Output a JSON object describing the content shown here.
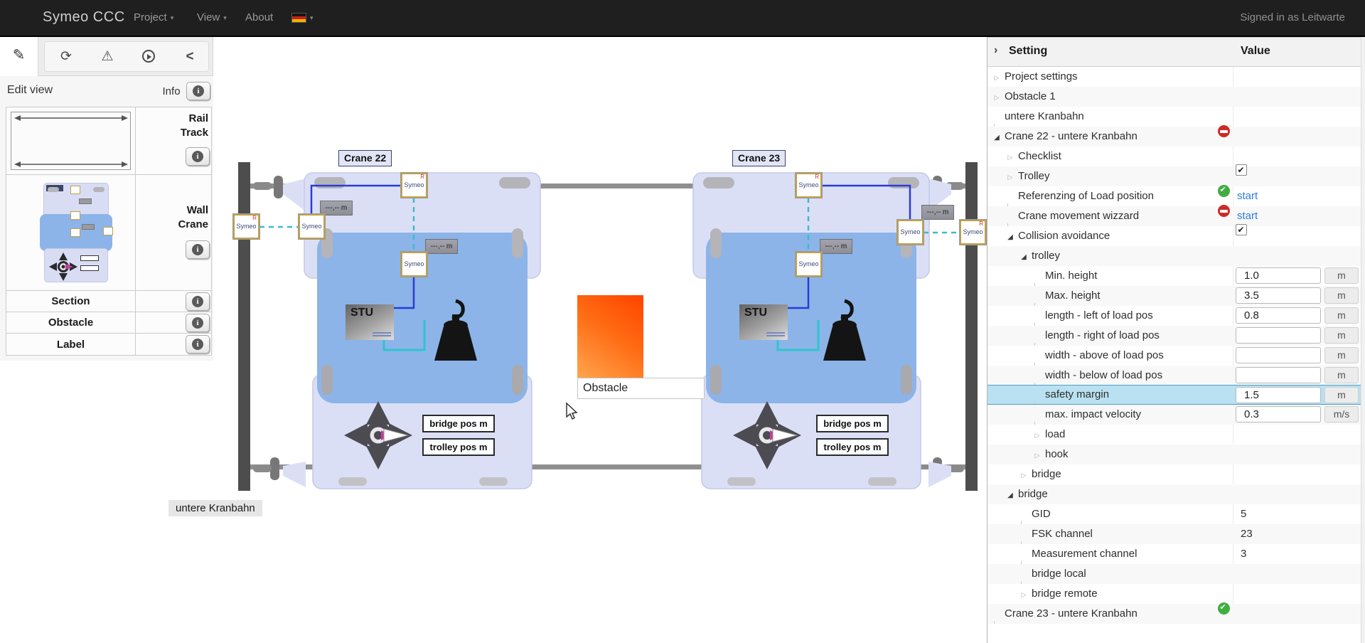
{
  "navbar": {
    "brand": "Symeo CCC",
    "items": [
      {
        "label": "Project",
        "caret": true
      },
      {
        "label": "View",
        "caret": true
      },
      {
        "label": "About",
        "caret": false
      }
    ],
    "language": {
      "flag": "german-flag",
      "caret": true
    },
    "signed_in": "Signed in as Leitwarte"
  },
  "toolbar": {
    "buttons": [
      {
        "name": "edit",
        "icon": "pencil-icon"
      },
      {
        "name": "refresh",
        "icon": "refresh-icon"
      },
      {
        "name": "warnings",
        "icon": "warning-triangle-icon"
      },
      {
        "name": "run",
        "icon": "clock-play-icon"
      },
      {
        "name": "collapse-panel",
        "icon": "chevron-left-icon"
      }
    ]
  },
  "left_panel": {
    "title": "Edit view",
    "info_label": "Info",
    "palette": [
      {
        "label": "Rail Track",
        "thumbnail": "rail-track"
      },
      {
        "label": "Wall Crane",
        "thumbnail": "wall-crane"
      },
      {
        "label": "Section"
      },
      {
        "label": "Obstacle"
      },
      {
        "label": "Label"
      }
    ]
  },
  "canvas": {
    "cranes": [
      {
        "label": "Crane 22"
      },
      {
        "label": "Crane 23"
      }
    ],
    "labels": {
      "sensor": "Symeo",
      "sensor_flag": "R",
      "measure": "---,-- m",
      "stu": "STU",
      "bridge_pos": "bridge pos m",
      "trolley_pos": "trolley pos m"
    },
    "obstacle_label": "Obstacle",
    "track_label": "untere Kranbahn"
  },
  "settings": {
    "header": {
      "setting": "Setting",
      "value": "Value"
    },
    "rows": [
      {
        "label": "Project settings",
        "level": 0,
        "expander": "collapsed",
        "value": {
          "type": "none"
        }
      },
      {
        "label": "Obstacle 1",
        "level": 0,
        "expander": "collapsed",
        "value": {
          "type": "none"
        }
      },
      {
        "label": "untere Kranbahn",
        "level": 0,
        "expander": "branch",
        "value": {
          "type": "none"
        }
      },
      {
        "label": "Crane 22 - untere Kranbahn",
        "level": 0,
        "expander": "expanded",
        "value": {
          "type": "icon",
          "icon": "red"
        }
      },
      {
        "label": "Checklist",
        "level": 1,
        "expander": "collapsed",
        "value": {
          "type": "none"
        }
      },
      {
        "label": "Trolley",
        "level": 1,
        "expander": "collapsed",
        "value": {
          "type": "checkbox",
          "checked": true
        }
      },
      {
        "label": "Referenzing of Load position",
        "level": 1,
        "expander": "branch",
        "value": {
          "type": "icon_link",
          "icon": "green",
          "text": "start"
        }
      },
      {
        "label": "Crane movement wizzard",
        "level": 1,
        "expander": "branch",
        "value": {
          "type": "icon_link",
          "icon": "red",
          "text": "start"
        }
      },
      {
        "label": "Collision avoidance",
        "level": 1,
        "expander": "expanded",
        "value": {
          "type": "checkbox",
          "checked": true
        }
      },
      {
        "label": "trolley",
        "level": 2,
        "expander": "expanded",
        "value": {
          "type": "none"
        }
      },
      {
        "label": "Min. height",
        "level": 3,
        "expander": "branch",
        "value": {
          "type": "input",
          "text": "1.0",
          "unit": "m"
        }
      },
      {
        "label": "Max. height",
        "level": 3,
        "expander": "branch",
        "value": {
          "type": "input",
          "text": "3.5",
          "unit": "m"
        }
      },
      {
        "label": "length - left of load pos",
        "level": 3,
        "expander": "branch",
        "value": {
          "type": "input",
          "text": "0.8",
          "unit": "m"
        }
      },
      {
        "label": "length - right of load pos",
        "level": 3,
        "expander": "branch",
        "value": {
          "type": "input",
          "text": "",
          "unit": "m"
        }
      },
      {
        "label": "width - above of load pos",
        "level": 3,
        "expander": "branch",
        "value": {
          "type": "input",
          "text": "",
          "unit": "m"
        }
      },
      {
        "label": "width - below of load pos",
        "level": 3,
        "expander": "branch",
        "value": {
          "type": "input",
          "text": "",
          "unit": "m"
        }
      },
      {
        "label": "safety margin",
        "level": 3,
        "expander": "branch",
        "highlight": true,
        "value": {
          "type": "input",
          "text": "1.5",
          "unit": "m"
        }
      },
      {
        "label": "max. impact velocity",
        "level": 3,
        "expander": "branch",
        "value": {
          "type": "input",
          "text": "0.3",
          "unit": "m/s"
        }
      },
      {
        "label": "load",
        "level": 3,
        "expander": "collapsed",
        "value": {
          "type": "none"
        }
      },
      {
        "label": "hook",
        "level": 3,
        "expander": "collapsed",
        "value": {
          "type": "none"
        }
      },
      {
        "label": "bridge",
        "level": 2,
        "expander": "collapsed",
        "value": {
          "type": "none"
        }
      },
      {
        "label": "bridge",
        "level": 1,
        "expander": "expanded",
        "value": {
          "type": "none"
        }
      },
      {
        "label": "GID",
        "level": 2,
        "expander": "branch",
        "value": {
          "type": "text",
          "text": "5"
        }
      },
      {
        "label": "FSK channel",
        "level": 2,
        "expander": "branch",
        "value": {
          "type": "text",
          "text": "23"
        }
      },
      {
        "label": "Measurement channel",
        "level": 2,
        "expander": "branch",
        "value": {
          "type": "text",
          "text": "3"
        }
      },
      {
        "label": "bridge local",
        "level": 2,
        "expander": "branch",
        "value": {
          "type": "none"
        }
      },
      {
        "label": "bridge remote",
        "level": 2,
        "expander": "collapsed",
        "value": {
          "type": "none"
        }
      },
      {
        "label": "Crane 23 - untere Kranbahn",
        "level": 0,
        "expander": "branch",
        "value": {
          "type": "icon",
          "icon": "green"
        }
      }
    ]
  }
}
